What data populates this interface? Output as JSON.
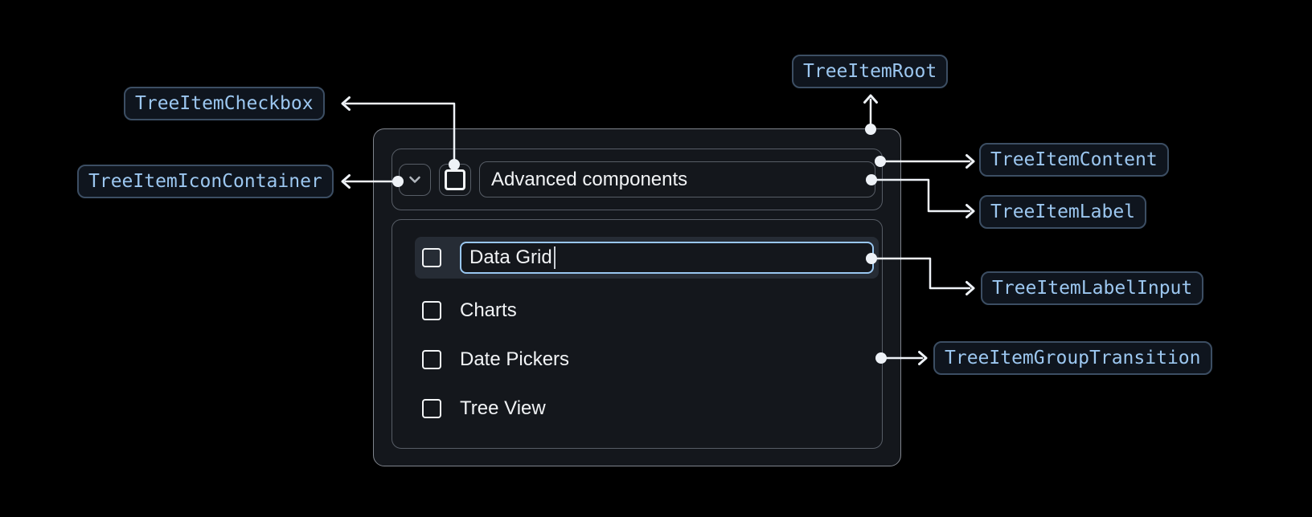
{
  "colors": {
    "page_bg": "#000000",
    "card_bg": "#14171C",
    "card_border": "#80858D",
    "inner_border": "#575D66",
    "pill_bg": "#0F151E",
    "pill_border": "#3C4E63",
    "pill_text": "#9CC7F0",
    "connector": "#EEF2F7",
    "row_highlight_bg": "#262C35",
    "focus_border": "#99C7F1",
    "text": "#F2F4F6"
  },
  "annotations": {
    "root": "TreeItemRoot",
    "checkbox": "TreeItemCheckbox",
    "icon_container": "TreeItemIconContainer",
    "content": "TreeItemContent",
    "label": "TreeItemLabel",
    "label_input": "TreeItemLabelInput",
    "group_transition": "TreeItemGroupTransition"
  },
  "tree": {
    "parent_label": "Advanced components",
    "editing_value": "Data Grid",
    "children": [
      "Charts",
      "Date Pickers",
      "Tree View"
    ],
    "icons": {
      "expand": "chevron-down-icon",
      "checkbox": "checkbox-unchecked-icon"
    }
  }
}
